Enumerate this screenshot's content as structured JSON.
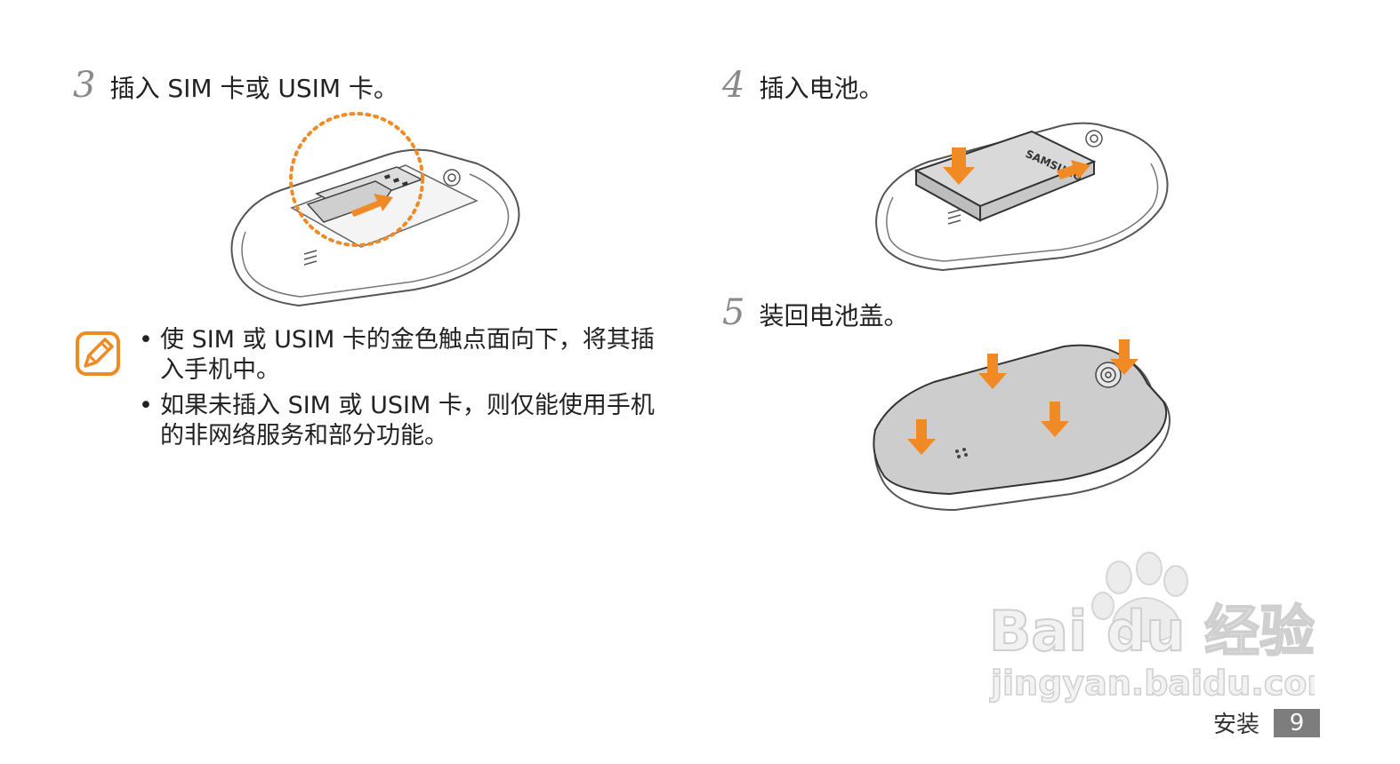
{
  "steps": [
    {
      "number": "3",
      "text": "插入 SIM 卡或 USIM 卡。"
    },
    {
      "number": "4",
      "text": "插入电池。"
    },
    {
      "number": "5",
      "text": "装回电池盖。"
    }
  ],
  "notes": [
    "使 SIM 或 USIM 卡的金色触点面向下，将其插入手机中。",
    "如果未插入 SIM 或 USIM 卡，则仅能使用手机的非网络服务和部分功能。"
  ],
  "bullet_glyph": "•",
  "battery_label": "SAMSUNG",
  "watermark": {
    "brand": "Bai du 经验",
    "url": "jingyan.baidu.com"
  },
  "footer": {
    "section_title": "安装",
    "page_number": "9"
  },
  "colors": {
    "accent_orange": "#F08A24",
    "step_number_gray": "#8a8a8a",
    "page_badge_gray": "#7d7d7d"
  }
}
